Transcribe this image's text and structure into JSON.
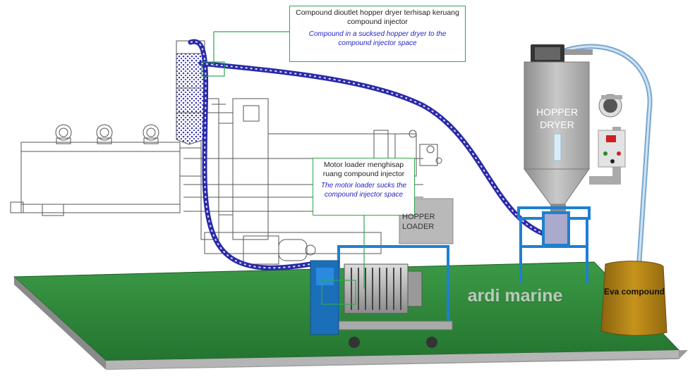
{
  "callouts": {
    "top": {
      "id_text": "Compound dioutlet  hopper dryer terhisap keruang compound injector",
      "en_text": "Compound in a sucksed hopper dryer to the compound injector space"
    },
    "middle": {
      "id_text": "Motor loader menghisap ruang compound injector",
      "en_text": "The motor loader sucks the compound injector space"
    }
  },
  "labels": {
    "hopper_dryer": "HOPPER DRYER",
    "hopper_loader": "HOPPER LOADER",
    "watermark": "ardi marine",
    "eva_compound": "Eva compound"
  },
  "colors": {
    "floor": "#2e8b3a",
    "frame": "#1f7fd1",
    "hose": "#2a2aa8",
    "bag": "#b8860b",
    "callout_border": "#2fa84f"
  }
}
